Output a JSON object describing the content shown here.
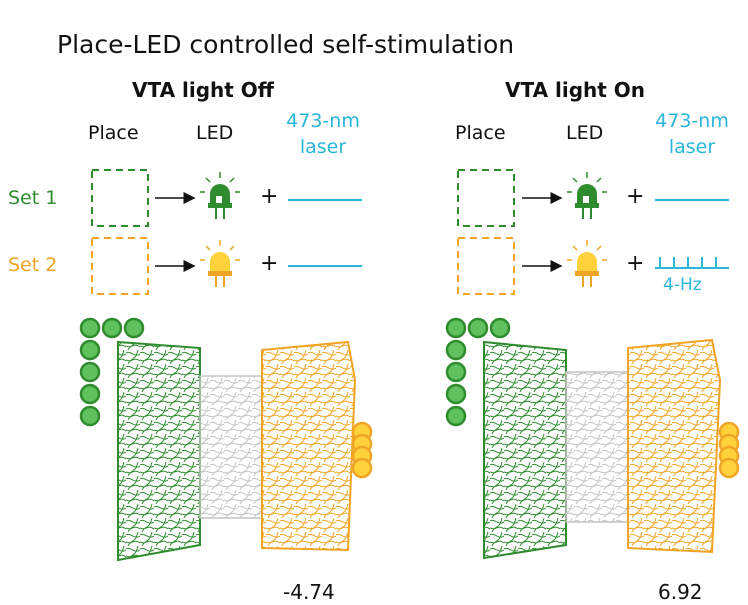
{
  "title": "Place-LED controlled self-stimulation",
  "colors": {
    "green": "#2e8b2e",
    "green_light": "#5fc25f",
    "orange": "#f0a424",
    "orange_light": "#ffd13a",
    "laser": "#29b6d8",
    "gray": "#c8c8c8"
  },
  "headers": {
    "place": "Place",
    "led": "LED",
    "laser_line1": "473-nm",
    "laser_line2": "laser"
  },
  "sets": [
    {
      "label": "Set 1",
      "color": "green"
    },
    {
      "label": "Set 2",
      "color": "orange"
    }
  ],
  "plus_sign": "+",
  "panels": [
    {
      "title": "VTA light Off",
      "set2_laser": "continuous",
      "value": "-4.74"
    },
    {
      "title": "VTA light On",
      "set2_laser": "pulsed",
      "pulse_label": "4-Hz",
      "value": "6.92"
    }
  ]
}
